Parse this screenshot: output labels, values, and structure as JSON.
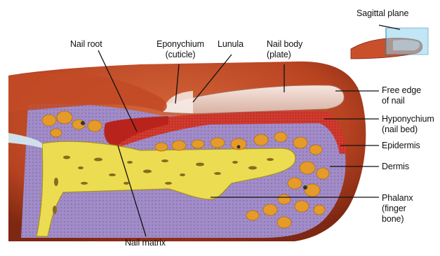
{
  "labels": {
    "sagittal_plane": "Sagittal plane",
    "nail_root": "Nail root",
    "eponychium": "Eponychium\n(cuticle)",
    "lunula": "Lunula",
    "nail_body": "Nail body\n(plate)",
    "free_edge": "Free edge\nof nail",
    "hyponychium": "Hyponychium\n(nail bed)",
    "epidermis": "Epidermis",
    "dermis": "Dermis",
    "phalanx": "Phalanx\n(finger\nbone)",
    "nail_matrix": "Nail matrix"
  },
  "colors": {
    "skin": "#c9502a",
    "skin_dark": "#8e2f17",
    "dermis": "#9a86c4",
    "epidermis": "#d4463a",
    "nail": "#efd7cf",
    "bone": "#e8d84a",
    "bone_pores": "#8a6a1e",
    "fat": "#e39a2c",
    "plane": "#8fd2ee"
  }
}
